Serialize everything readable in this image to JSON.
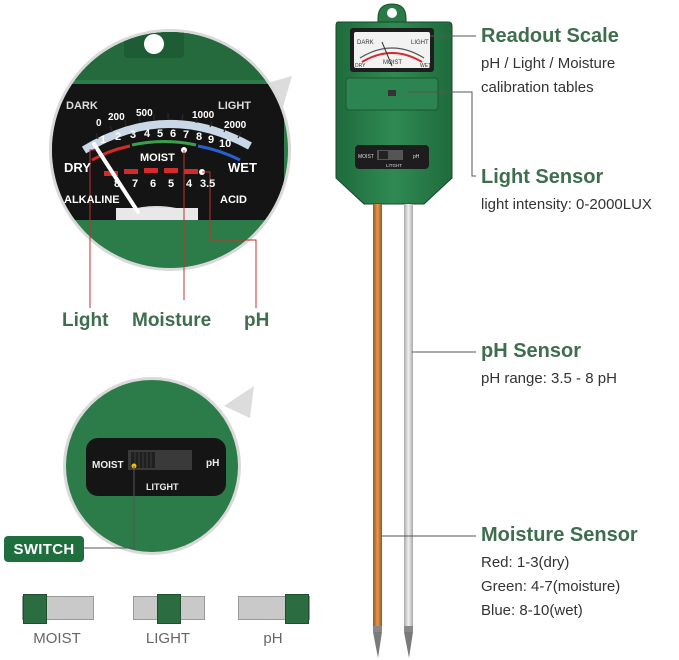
{
  "labels": {
    "readout": {
      "title": "Readout Scale",
      "lines": [
        "pH / Light / Moisture",
        "calibration tables"
      ]
    },
    "light": {
      "title": "Light Sensor",
      "lines": [
        "light intensity: 0-2000LUX"
      ]
    },
    "ph": {
      "title": "pH Sensor",
      "lines": [
        "pH range: 3.5 - 8 pH"
      ]
    },
    "moisture": {
      "title": "Moisture Sensor",
      "lines": [
        "Red: 1-3(dry)",
        "Green: 4-7(moisture)",
        "Blue: 8-10(wet)"
      ]
    }
  },
  "callouts": {
    "light": "Light",
    "moisture": "Moisture",
    "ph": "pH"
  },
  "dial": {
    "dark": "DARK",
    "light": "LIGHT",
    "moist": "MOIST",
    "dry": "DRY",
    "wet": "WET",
    "alkaline": "ALKALINE",
    "acid": "ACID",
    "lux_ticks": [
      "0",
      "200",
      "500",
      "1000",
      "2000"
    ],
    "moist_ticks": [
      "1",
      "2",
      "3",
      "4",
      "5",
      "6",
      "7",
      "8",
      "9",
      "10"
    ],
    "ph_ticks": [
      "8",
      "7",
      "6",
      "5",
      "4",
      "3.5"
    ]
  },
  "switch_panel": {
    "left": "MOIST",
    "right": "pH",
    "bottom": "LITGHT"
  },
  "switch_badge": "SWITCH",
  "states": [
    {
      "label": "MOIST",
      "position": 0
    },
    {
      "label": "LIGHT",
      "position": 0.5
    },
    {
      "label": "pH",
      "position": 1
    }
  ],
  "colors": {
    "brand_green": "#2e7a4a",
    "heading_green": "#3f6e4e",
    "dry_red": "#d42a2a",
    "moist_green": "#3aa04a",
    "wet_blue": "#2a5fd0",
    "copper_probe": "#c8762e",
    "steel_probe": "#c9c9c9"
  }
}
